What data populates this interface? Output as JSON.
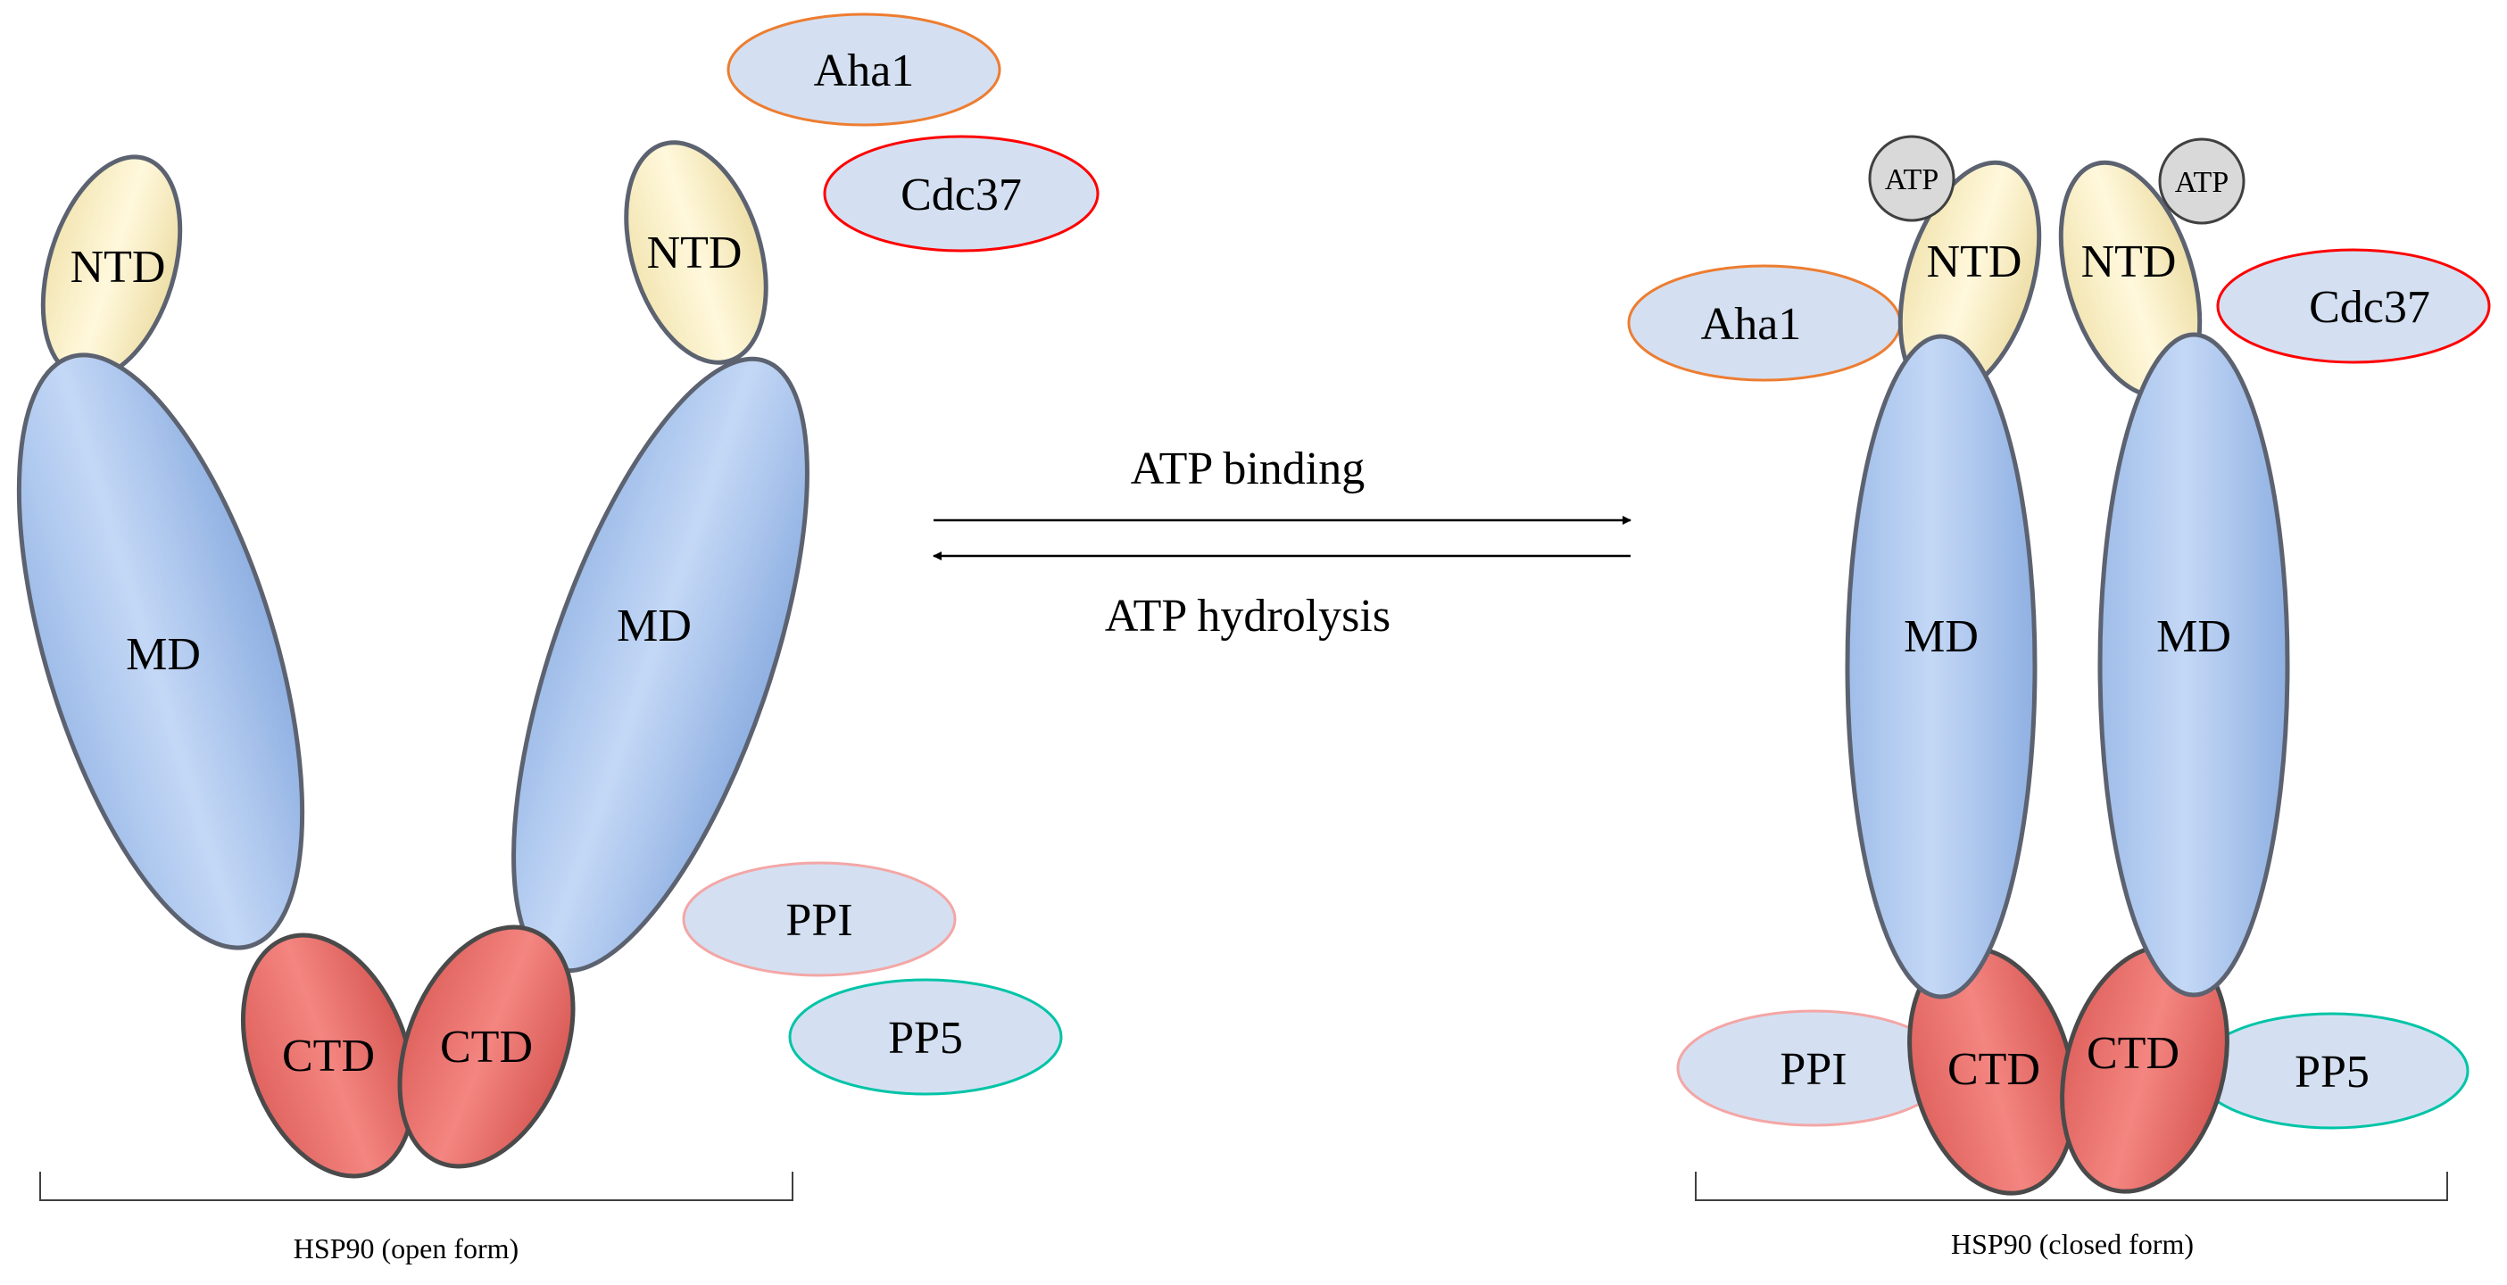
{
  "colors": {
    "ntd_fill": "#fff6d2",
    "md_fill": "#b4cdf3",
    "ctd_fill": "#f07a76",
    "cochaperone_fill": "#d4e0f1",
    "atp_fill": "#d9d9d9",
    "aha1_outline": "#ed7d31",
    "cdc37_outline": "#ff0000",
    "ppi_outline": "#f4a6a6",
    "pp5_outline": "#00c4a7"
  },
  "open_form": {
    "caption": "HSP90 (open form)",
    "domains": {
      "ntd_left": "NTD",
      "ntd_right": "NTD",
      "md_left": "MD",
      "md_right": "MD",
      "ctd_left": "CTD",
      "ctd_right": "CTD"
    },
    "cochaperones": {
      "aha1": "Aha1",
      "cdc37": "Cdc37",
      "ppi": "PPI",
      "pp5": "PP5"
    }
  },
  "transition": {
    "forward_label": "ATP binding",
    "reverse_label": "ATP hydrolysis"
  },
  "closed_form": {
    "caption": "HSP90 (closed form)",
    "atp_left": "ATP",
    "atp_right": "ATP",
    "domains": {
      "ntd_left": "NTD",
      "ntd_right": "NTD",
      "md_left": "MD",
      "md_right": "MD",
      "ctd_left": "CTD",
      "ctd_right": "CTD"
    },
    "cochaperones": {
      "aha1": "Aha1",
      "cdc37": "Cdc37",
      "ppi": "PPI",
      "pp5": "PP5"
    }
  }
}
